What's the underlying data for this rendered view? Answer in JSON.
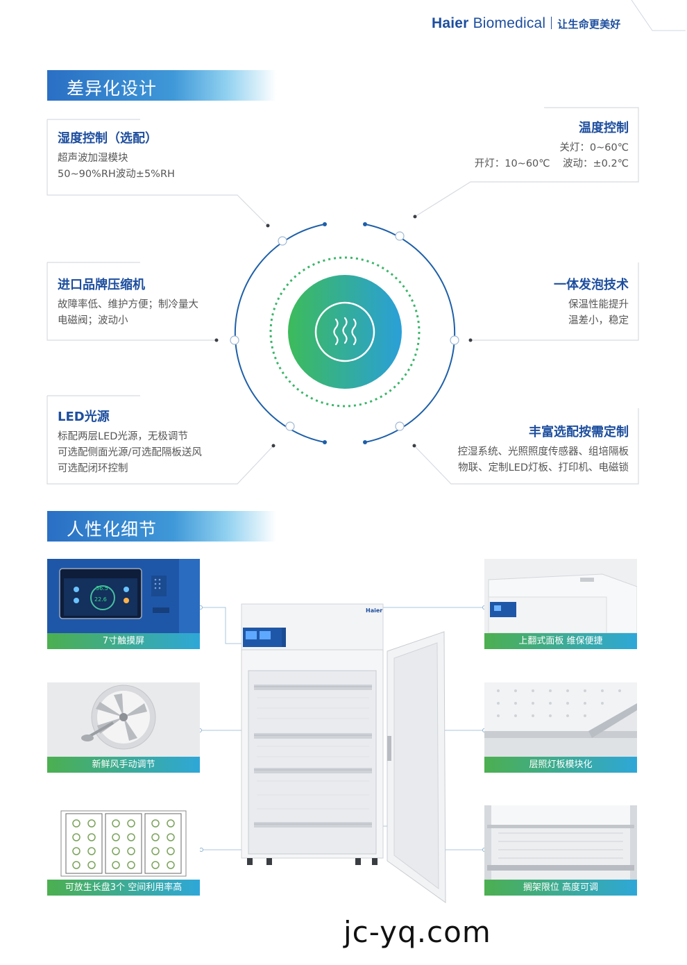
{
  "header": {
    "brand_bold": "Haier",
    "brand_rest": "Biomedical",
    "slogan": "让生命更美好"
  },
  "sections": {
    "design_title": "差异化设计",
    "detail_title": "人性化细节"
  },
  "features": {
    "humidity": {
      "title": "湿度控制（选配）",
      "lines": [
        "超声波加湿模块",
        "50~90%RH波动±5%RH"
      ]
    },
    "temperature": {
      "title": "温度控制",
      "lines": [
        "关灯：0~60℃",
        "开灯：10~60℃    波动：±0.2℃"
      ]
    },
    "compressor": {
      "title": "进口品牌压缩机",
      "lines": [
        "故障率低、维护方便；制冷量大",
        "电磁阀；波动小"
      ]
    },
    "foam": {
      "title": "一体发泡技术",
      "lines": [
        "保温性能提升",
        "温差小，稳定"
      ]
    },
    "led": {
      "title": "LED光源",
      "lines": [
        "标配两层LED光源，无极调节",
        "可选配侧面光源/可选配隔板送风",
        "可选配闭环控制"
      ]
    },
    "custom": {
      "title": "丰富选配按需定制",
      "lines": [
        "控湿系统、光照照度传感器、组培隔板",
        "物联、定制LED灯板、打印机、电磁锁"
      ]
    }
  },
  "tiles": {
    "touchscreen": "7寸触摸屏",
    "panel": "上翻式面板 维保便捷",
    "fresh_air": "新鲜风手动调节",
    "light_board": "层照灯板模块化",
    "growth_tray": "可放生长盘3个 空间利用率高",
    "shelf": "搁架限位 高度可调"
  },
  "screen": {
    "temp": "36.5",
    "humidity": "22.6"
  },
  "fridge_logo": "Haier",
  "watermark": "jc-yq.com",
  "colors": {
    "brand_blue": "#1d4e9e",
    "caption_green": "#4caf50",
    "caption_blue": "#2ea7d8"
  }
}
